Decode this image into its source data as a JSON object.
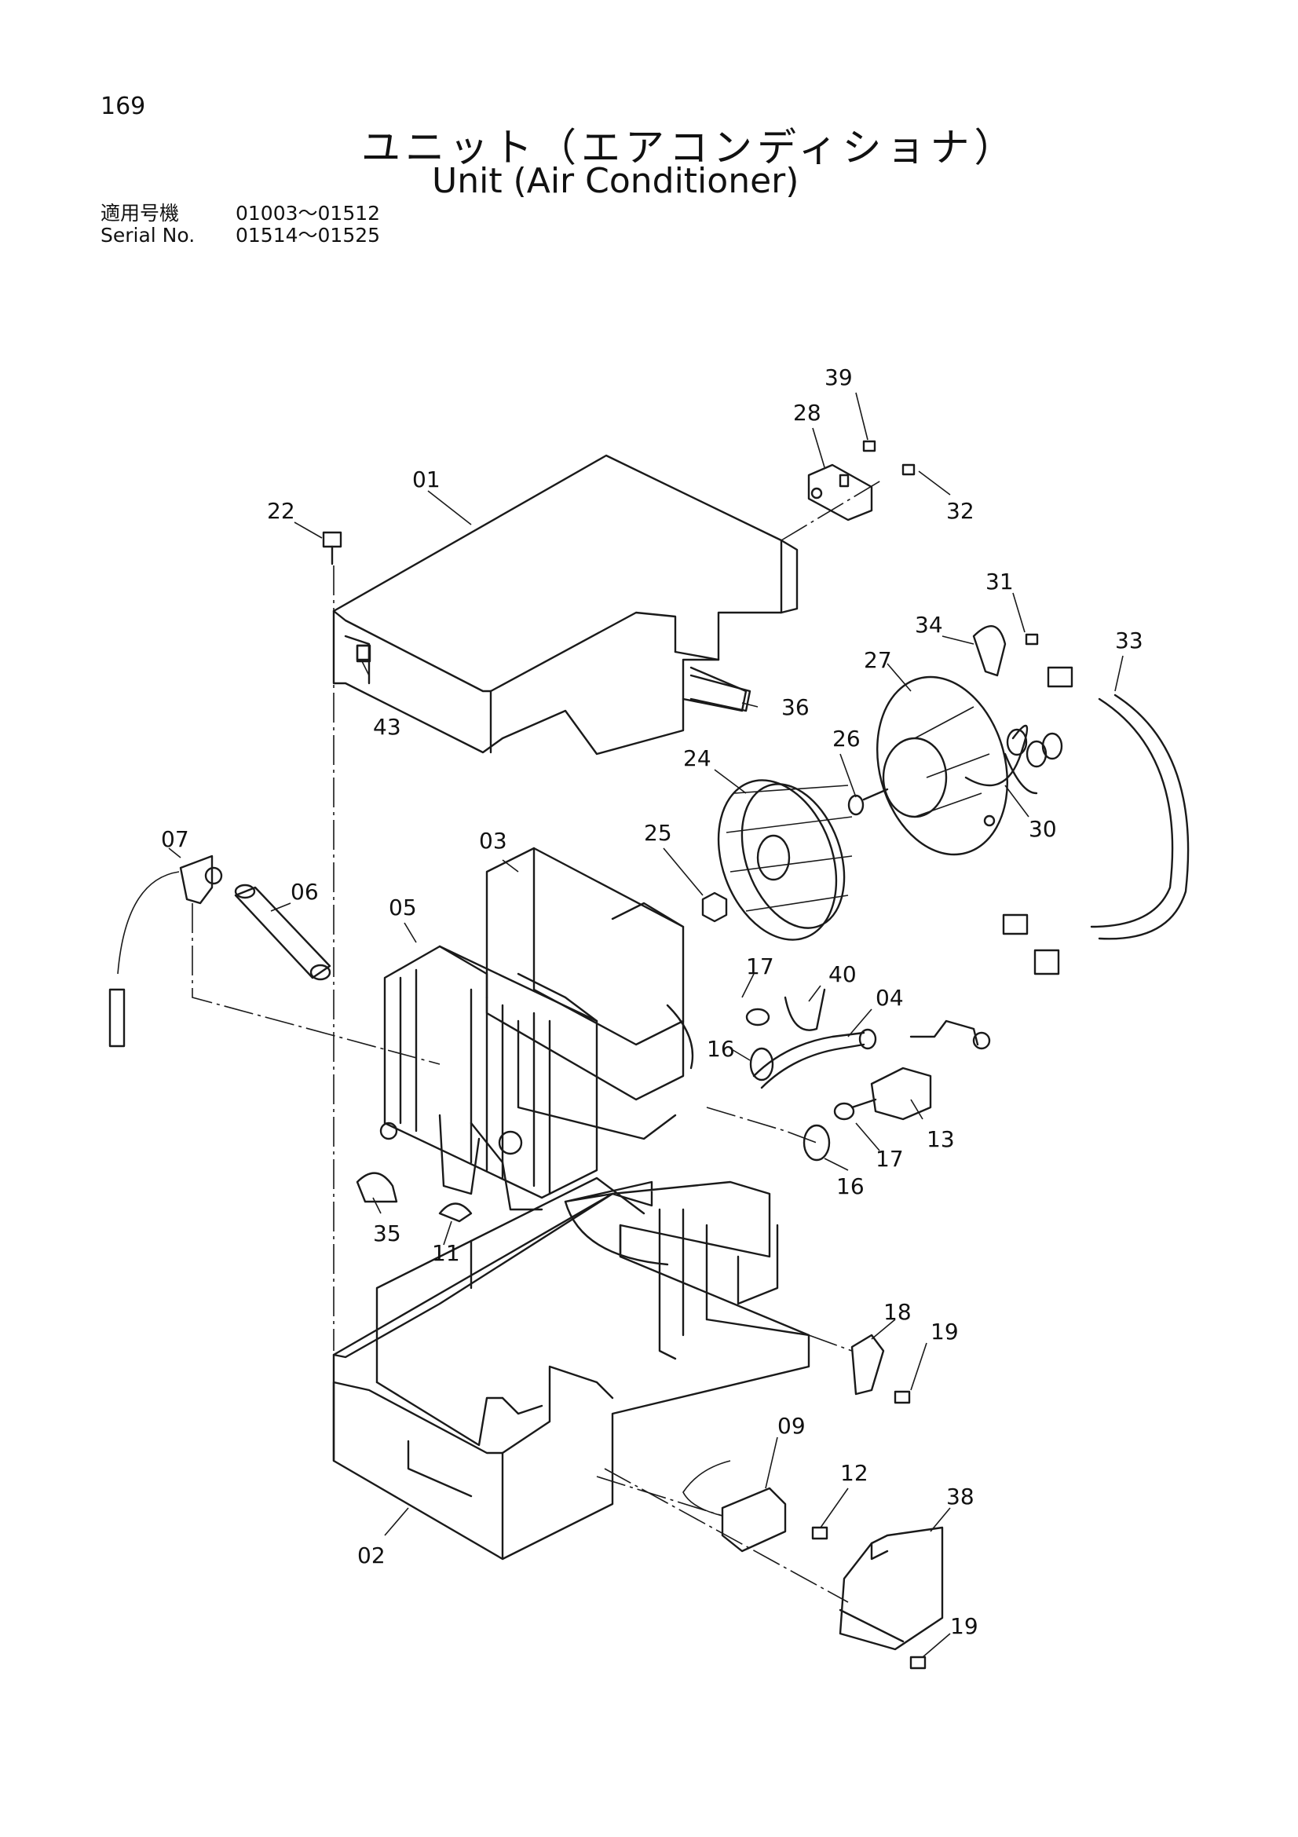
{
  "page": {
    "number": "169",
    "title_jp": "ユニット（エアコンディショナ）",
    "title_en": "Unit (Air Conditioner)"
  },
  "serial": {
    "label_jp": "適用号機",
    "range_1": "01003～01512",
    "label_en": "Serial No.",
    "range_2": "01514～01525"
  },
  "callouts": {
    "p01": "01",
    "p02": "02",
    "p03": "03",
    "p04": "04",
    "p05": "05",
    "p06": "06",
    "p07": "07",
    "p09": "09",
    "p11": "11",
    "p12": "12",
    "p13": "13",
    "p16a": "16",
    "p16b": "16",
    "p17a": "17",
    "p17b": "17",
    "p18": "18",
    "p19a": "19",
    "p19b": "19",
    "p22": "22",
    "p24": "24",
    "p25": "25",
    "p26": "26",
    "p27": "27",
    "p28": "28",
    "p30": "30",
    "p31": "31",
    "p32": "32",
    "p33": "33",
    "p34": "34",
    "p35": "35",
    "p36": "36",
    "p38": "38",
    "p39": "39",
    "p40": "40",
    "p43": "43"
  }
}
